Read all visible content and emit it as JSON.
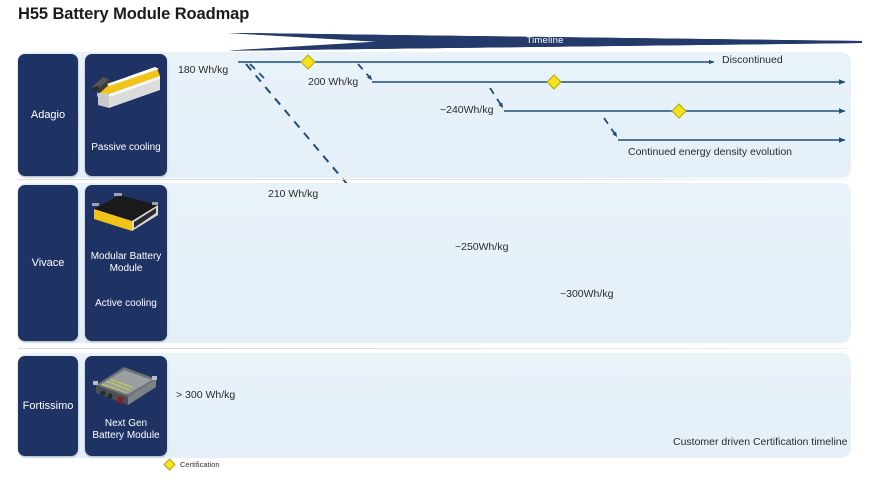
{
  "page": {
    "title": "H55 Battery Module Roadmap",
    "background": "#ffffff"
  },
  "colors": {
    "card_navy": "#1f3264",
    "panel_blue": "#e7f1f9",
    "line_navy": "#1f4e79",
    "milestone_yellow": "#f2e31b",
    "banner_navy": "#243a6b",
    "text_dark": "#2b2b2b"
  },
  "timeline": {
    "label": "Timeline"
  },
  "legend": {
    "icon": "diamond-icon",
    "label": "Certification"
  },
  "rows": [
    {
      "id": "adagio",
      "name": "Adagio",
      "image_name": "passive-cooled-battery-module-image",
      "image_title": "",
      "image_caption": "Passive cooling",
      "entry_label": "180 Wh/kg",
      "tracks": [
        {
          "label": "",
          "end_label": "Discontinued",
          "milestones": 1
        },
        {
          "label": "200 Wh/kg",
          "end_label": "",
          "milestones": 1
        },
        {
          "label": "~240Wh/kg",
          "end_label": "",
          "milestones": 1
        },
        {
          "label": "",
          "end_label": "Continued energy density evolution",
          "milestones": 0
        }
      ]
    },
    {
      "id": "vivace",
      "name": "Vivace",
      "image_name": "modular-battery-module-image",
      "image_title": "Modular Battery Module",
      "image_caption": "Active cooling",
      "entry_label": "210 Wh/kg",
      "tracks": [
        {
          "label": "",
          "end_label": "",
          "milestones": 1
        },
        {
          "label": "~250Wh/kg",
          "end_label": "",
          "milestones": 1
        },
        {
          "label": "~300Wh/kg",
          "end_label": "",
          "milestones": 1
        }
      ]
    },
    {
      "id": "fortissimo",
      "name": "Fortissimo",
      "image_name": "next-gen-battery-module-image",
      "image_title": "Next Gen Battery Module",
      "image_caption": "",
      "entry_label": "> 300 Wh/kg",
      "tracks": [
        {
          "label": "",
          "end_label": "Customer driven Certification timeline",
          "milestones": 1
        }
      ]
    }
  ],
  "chart_data": {
    "type": "table",
    "title": "H55 Battery Module Roadmap",
    "xlabel": "Timeline",
    "ylabel": "",
    "categories": [
      "Adagio",
      "Vivace",
      "Fortissimo"
    ],
    "series": [
      {
        "name": "Adagio",
        "values": [
          "180 Wh/kg",
          "200 Wh/kg",
          "~240Wh/kg",
          "Continued energy density evolution"
        ],
        "notes": [
          "Discontinued"
        ]
      },
      {
        "name": "Vivace",
        "values": [
          "210 Wh/kg",
          "~250Wh/kg",
          "~300Wh/kg"
        ],
        "notes": []
      },
      {
        "name": "Fortissimo",
        "values": [
          "> 300 Wh/kg"
        ],
        "notes": [
          "Customer driven Certification timeline"
        ]
      }
    ]
  }
}
